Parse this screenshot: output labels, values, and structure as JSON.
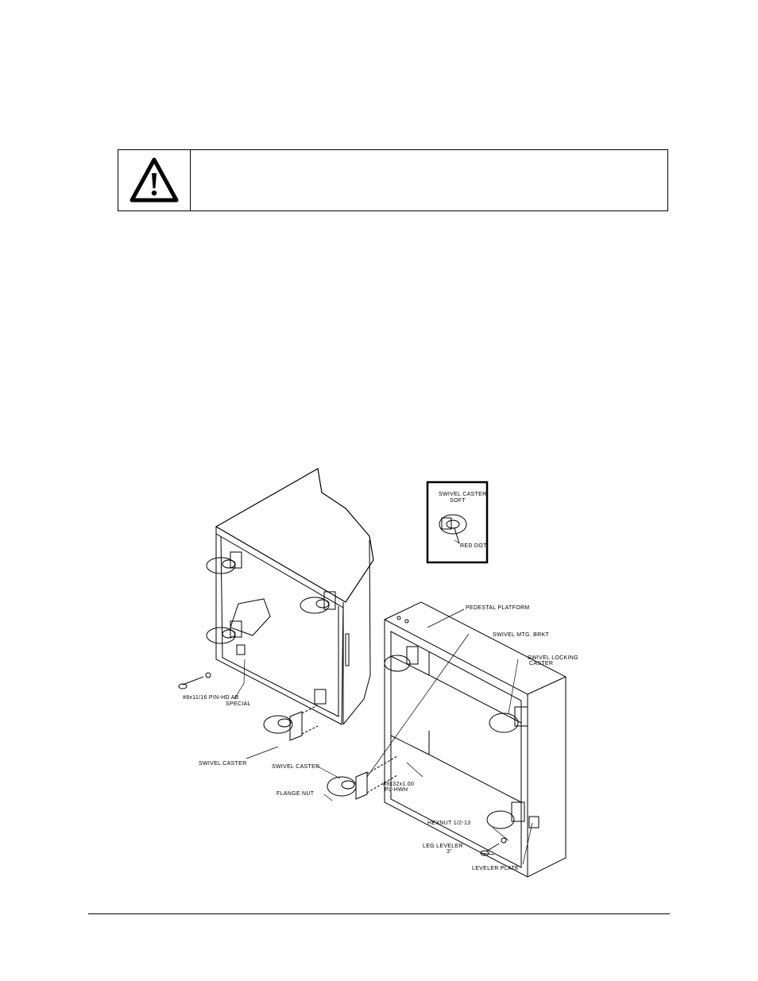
{
  "warning": {
    "icon": "warning-triangle-icon",
    "text": ""
  },
  "figure": {
    "inset_labels": {
      "swivel_caster_soft": [
        "SWIVEL CASTER",
        "SOFT"
      ],
      "red_dot": "RED DOT"
    },
    "labels": {
      "pedestal_platform": "PEDESTAL PLATFORM",
      "swivel_mtg_brkt": "SWIVEL MTG. BRKT",
      "swivel_locking_caster": [
        "SWIVEL LOCKING",
        "CASTER"
      ],
      "pin_hd_ab": [
        "#8x11/16 PIN-HD AB",
        "SPECIAL"
      ],
      "swivel_caster_left": "SWIVEL CASTER",
      "swivel_caster_center": "SWIVEL CASTER",
      "flange_nut": "FLANGE NUT",
      "screw_pl_hwh": [
        "#8x32x1.00",
        "PL-HWH"
      ],
      "hexnut": "HEXNUT 1/2-13",
      "leg_leveler": [
        "LEG LEVELER",
        "3\""
      ],
      "leveler_plate": "LEVELER PLATE"
    }
  }
}
